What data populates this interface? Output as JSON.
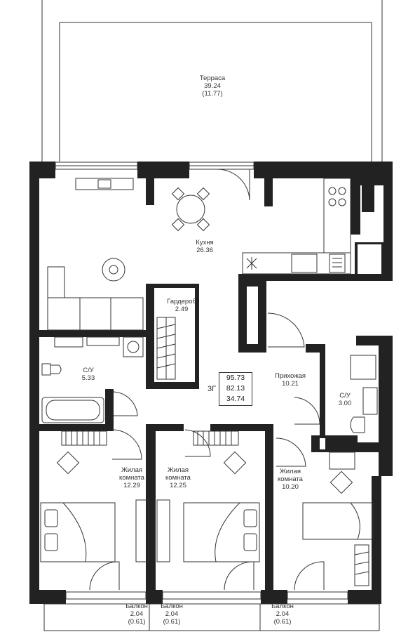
{
  "rooms": {
    "terrace": {
      "name": "Терраса",
      "area": "39.24",
      "sub": "(11.77)"
    },
    "kitchen": {
      "name": "Кухня",
      "area": "26.36"
    },
    "wardrobe": {
      "name": "Гардероб",
      "area": "2.49"
    },
    "bath1": {
      "name": "С/У",
      "area": "5.33"
    },
    "hall": {
      "name": "Прихожая",
      "area": "10.21"
    },
    "bath2": {
      "name": "С/У",
      "area": "3.00"
    },
    "living1": {
      "name1": "Жилая",
      "name2": "комната",
      "area": "12.29"
    },
    "living2": {
      "name1": "Жилая",
      "name2": "комната",
      "area": "12.25"
    },
    "living3": {
      "name1": "Жилая",
      "name2": "комната",
      "area": "10.20"
    },
    "balcony1": {
      "name": "Балкон",
      "area": "2.04",
      "sub": "(0.61)"
    },
    "balcony2": {
      "name": "Балкон",
      "area": "2.04",
      "sub": "(0.61)"
    },
    "balcony3": {
      "name": "Балкон",
      "area": "2.04",
      "sub": "(0.61)"
    }
  },
  "summary": {
    "code": "3Г",
    "total": "95.73",
    "living_total": "82.13",
    "third": "34.74"
  }
}
